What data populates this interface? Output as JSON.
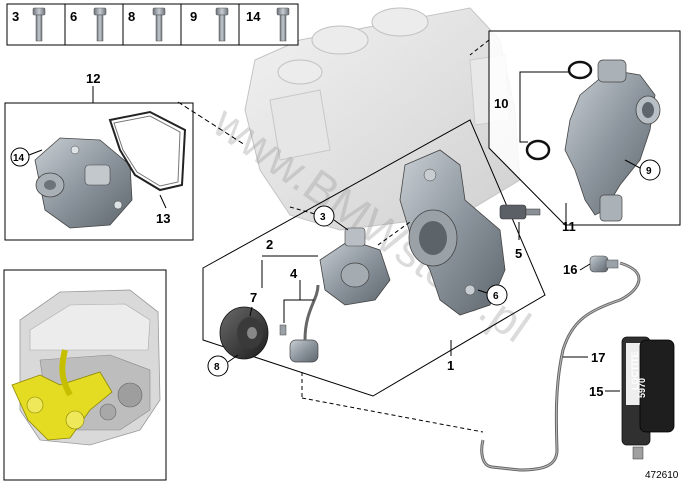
{
  "bolt_strip": {
    "items": [
      {
        "label": "3"
      },
      {
        "label": "6"
      },
      {
        "label": "8"
      },
      {
        "label": "9"
      },
      {
        "label": "14"
      }
    ]
  },
  "callouts": {
    "p1": "1",
    "p2": "2",
    "p3": "3",
    "p4": "4",
    "p5": "5",
    "p6": "6",
    "p7": "7",
    "p8": "8",
    "p9": "9",
    "p10": "10",
    "p11": "11",
    "p12": "12",
    "p13": "13",
    "p14": "14",
    "p15": "15",
    "p16": "16",
    "p17": "17"
  },
  "watermark": "www.BMWstore.pl",
  "sealant_tube": {
    "brand": "LOCTITE",
    "number": "5970"
  },
  "diagram_ref": "472610",
  "colors": {
    "line": "#000000",
    "part": "#9aa3ab",
    "engine": "#e2e2e2",
    "highlight": "#e8e020"
  }
}
